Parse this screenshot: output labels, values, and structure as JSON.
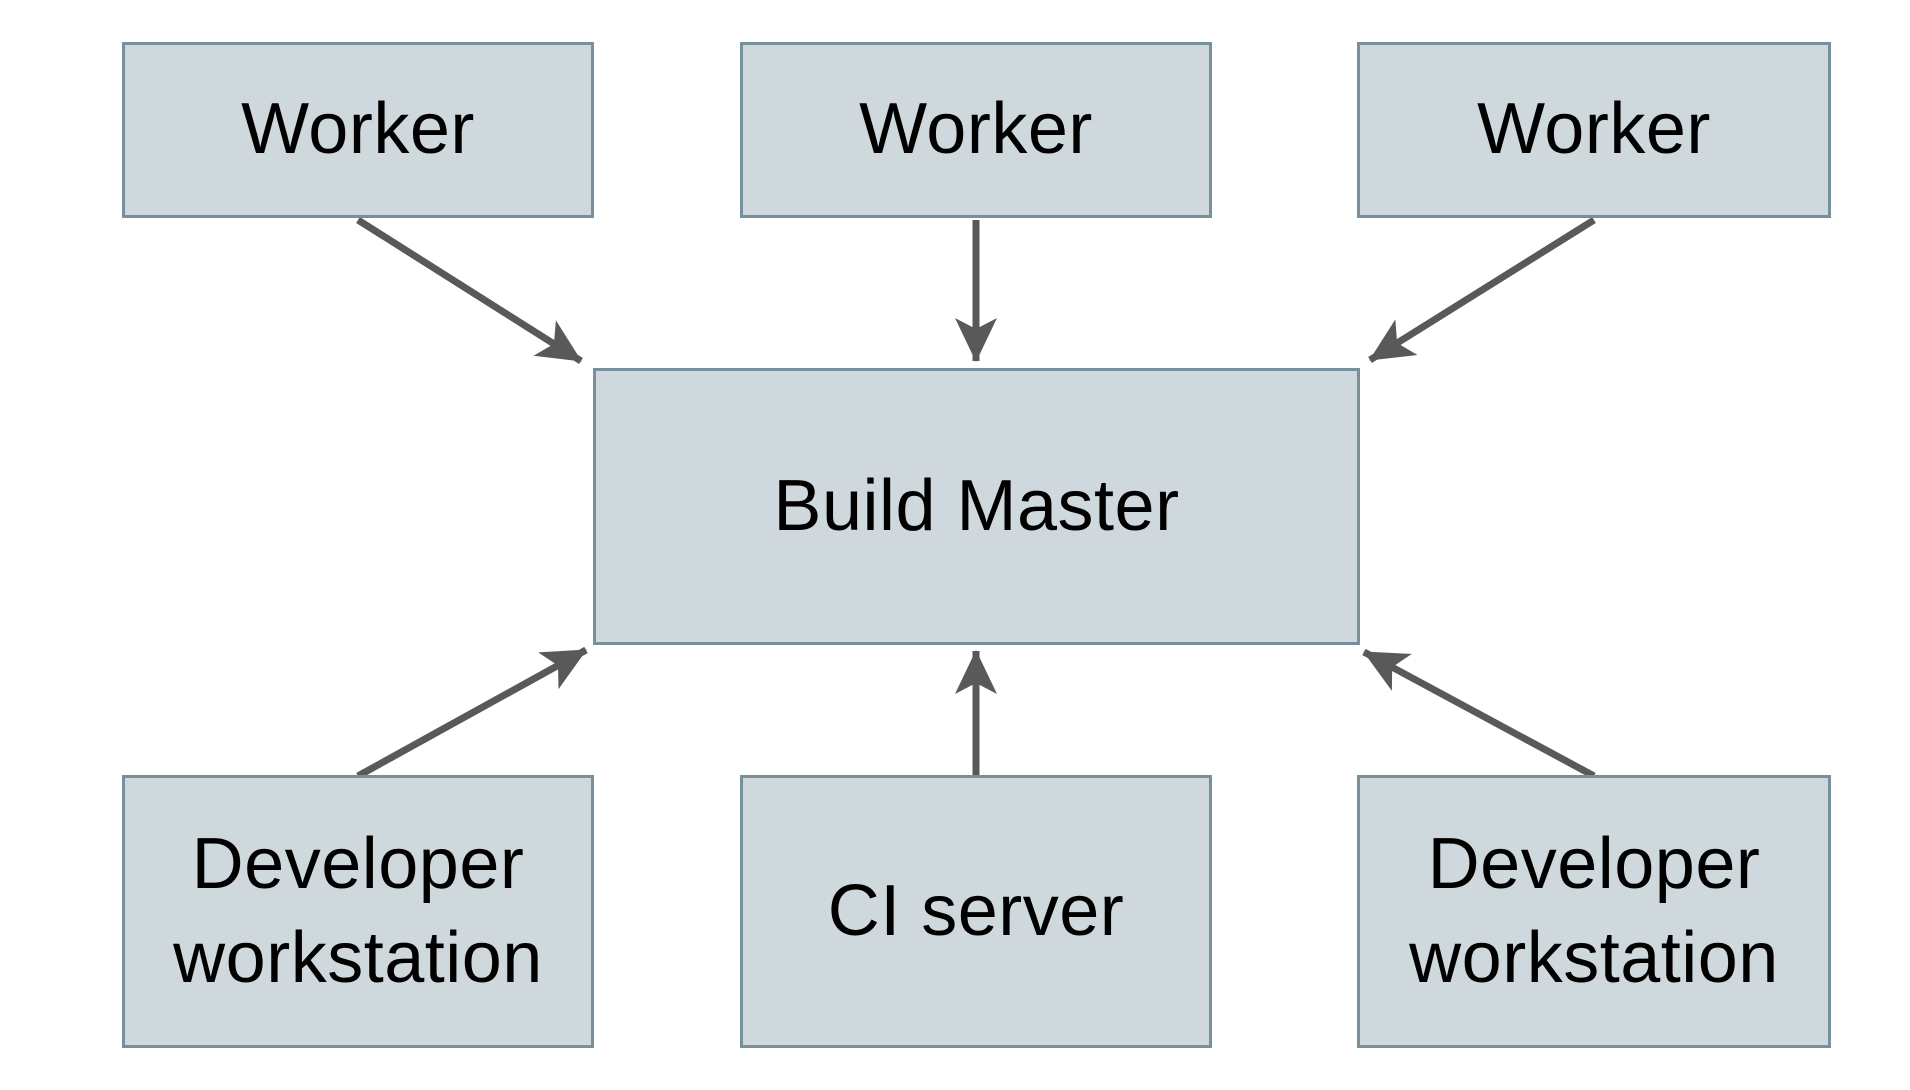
{
  "diagram": {
    "background": "#ffffff",
    "colors": {
      "node_fill": "#cfd8dc",
      "node_border": "#78909c",
      "arrow": "#595959",
      "text": "#000000"
    },
    "nodes": {
      "worker_1": {
        "label": "Worker"
      },
      "worker_2": {
        "label": "Worker"
      },
      "worker_3": {
        "label": "Worker"
      },
      "build_master": {
        "label": "Build Master"
      },
      "dev_workstation_left": {
        "label": "Developer workstation"
      },
      "ci_server": {
        "label": "CI server"
      },
      "dev_workstation_right": {
        "label": "Developer workstation"
      }
    },
    "connections": [
      {
        "from": "worker_1",
        "to": "build_master"
      },
      {
        "from": "worker_2",
        "to": "build_master"
      },
      {
        "from": "worker_3",
        "to": "build_master"
      },
      {
        "from": "dev_workstation_left",
        "to": "build_master"
      },
      {
        "from": "ci_server",
        "to": "build_master"
      },
      {
        "from": "dev_workstation_right",
        "to": "build_master"
      }
    ]
  }
}
